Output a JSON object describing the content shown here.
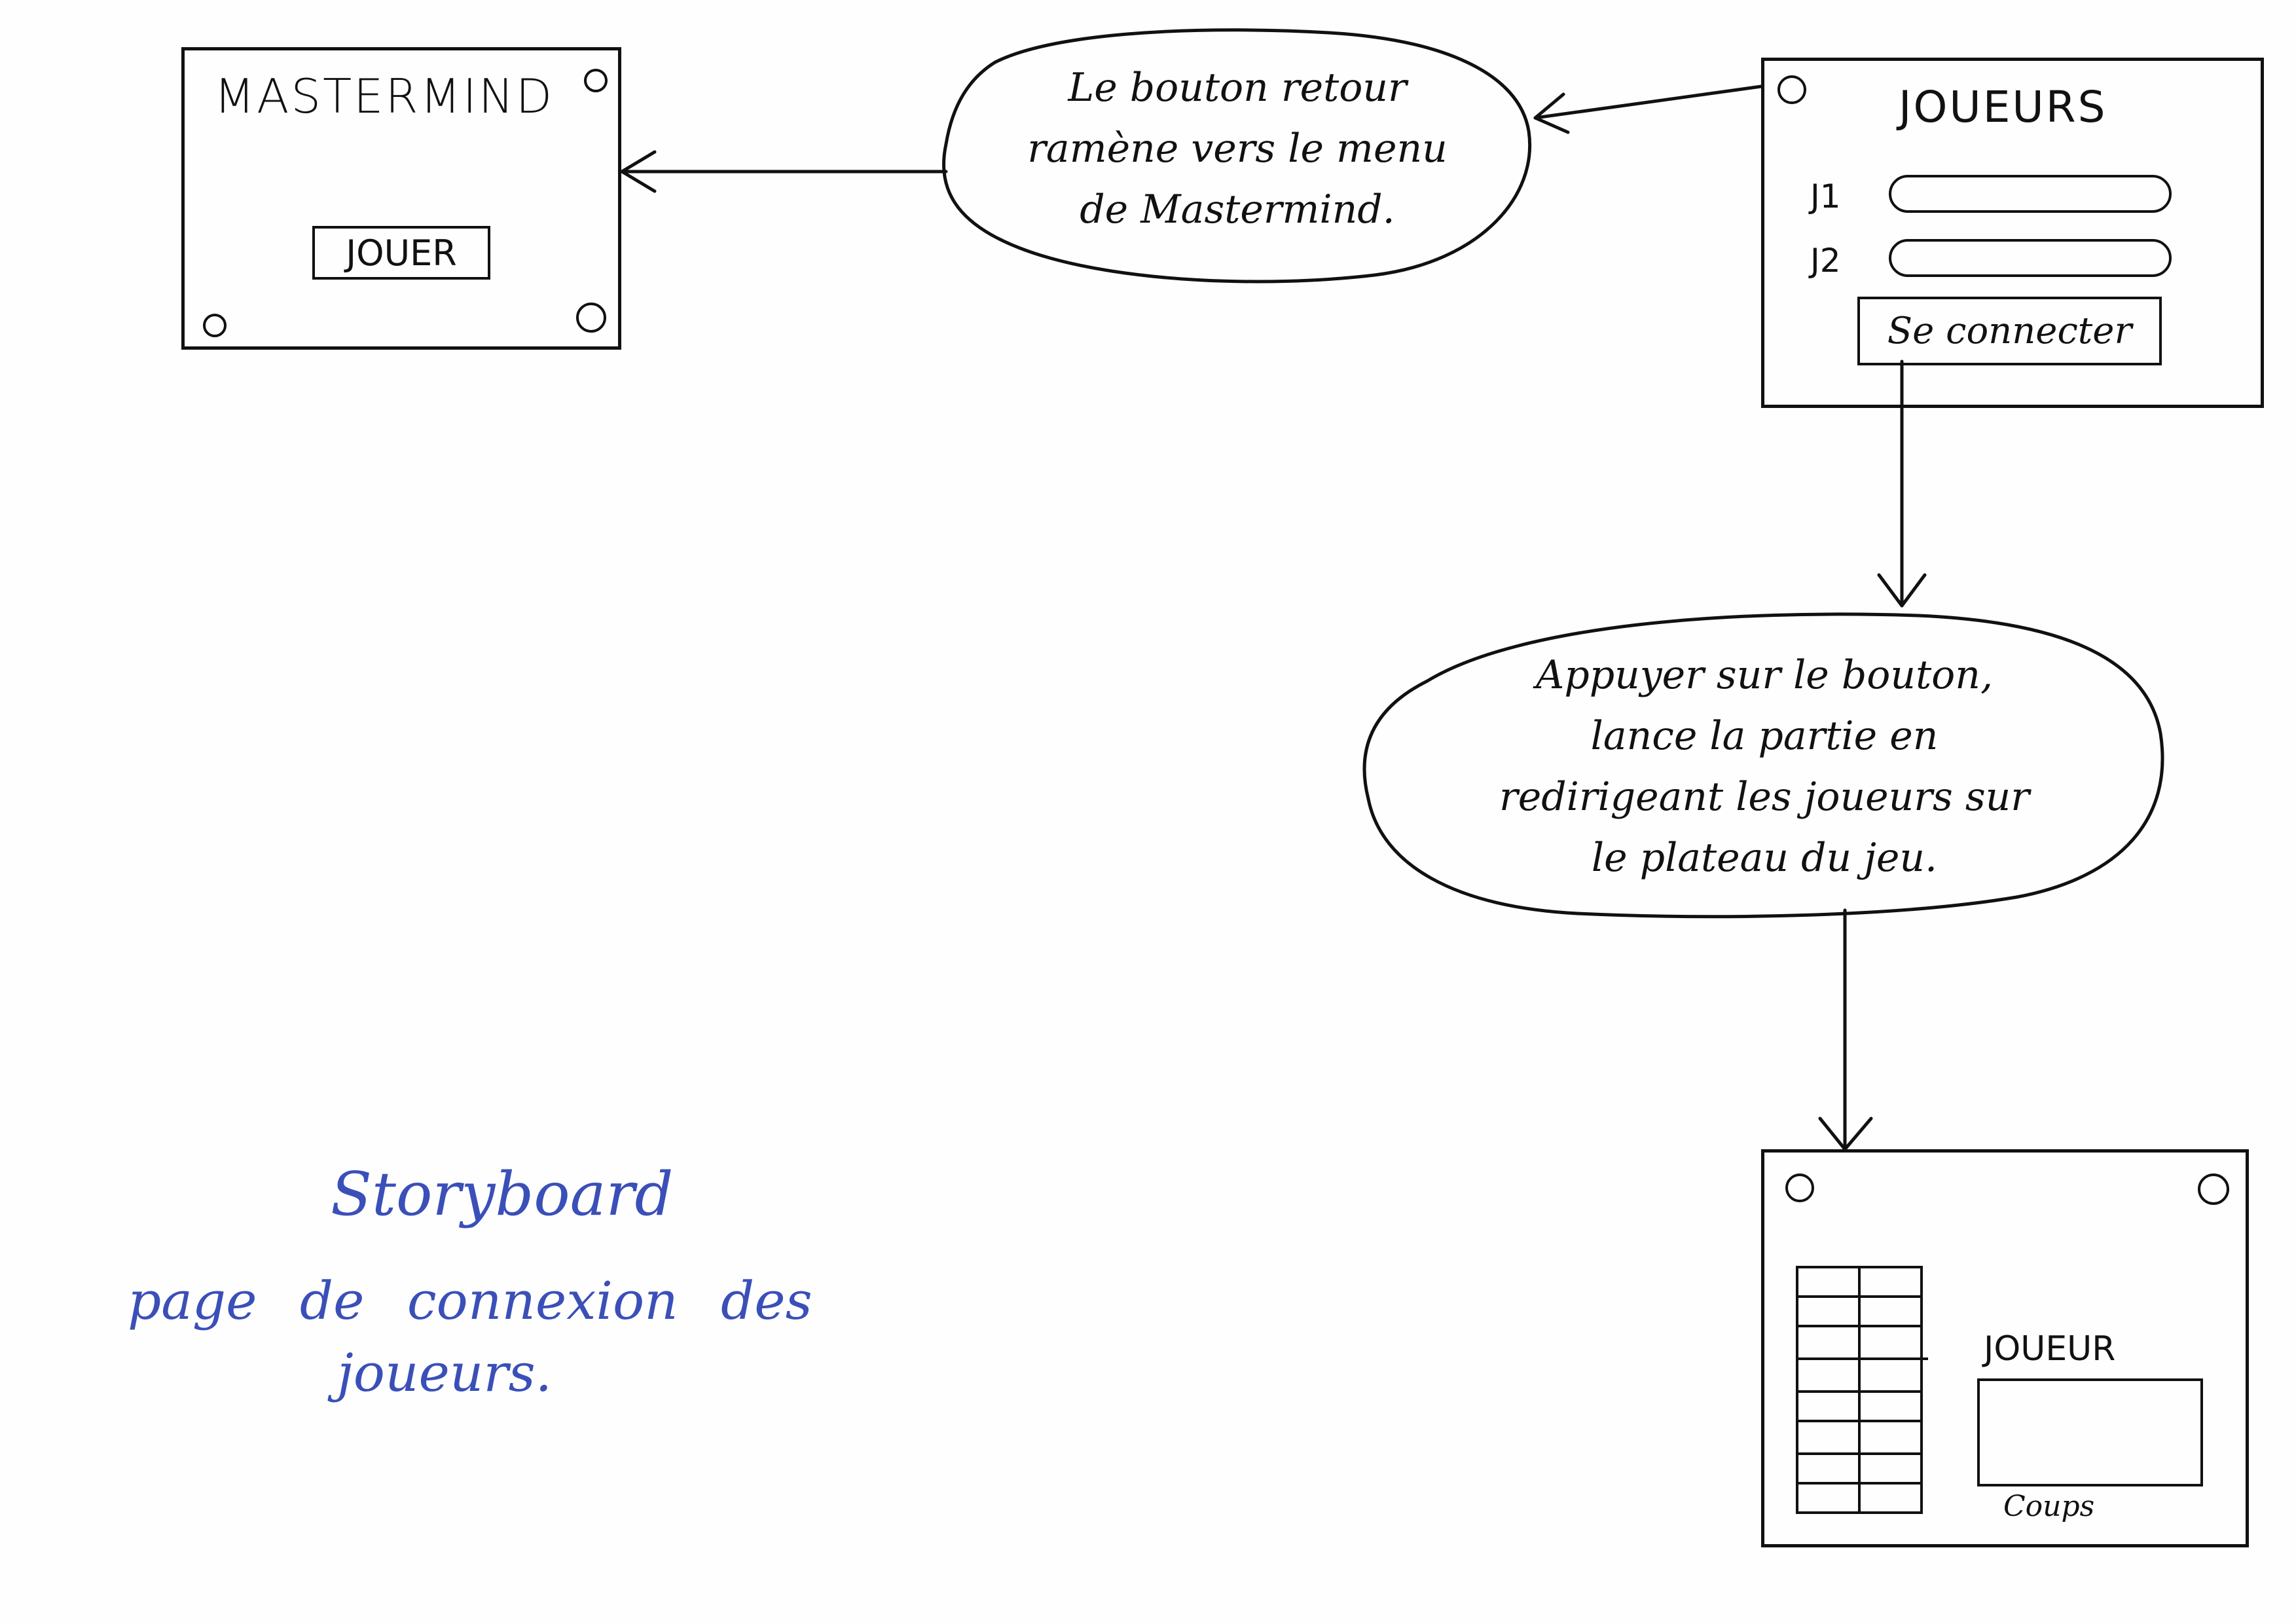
{
  "menu_screen": {
    "title": "MASTERMIND",
    "play_button": "JOUER"
  },
  "players_screen": {
    "title": "JOUEURS",
    "player1_label": "J1",
    "player2_label": "J2",
    "connect_button": "Se connecter"
  },
  "back_note": [
    "Le bouton retour",
    "ramène vers le menu",
    "de Mastermind."
  ],
  "connect_note": [
    "Appuyer sur le bouton,",
    "lance la partie en",
    "redirigeant les joueurs sur",
    "le plateau du jeu."
  ],
  "board_screen": {
    "player_label": "JOUEUR",
    "moves_label": "Coups"
  },
  "caption": {
    "title": "Storyboard",
    "line1": "page de connexion des",
    "line2": "joueurs."
  },
  "colors": {
    "ink": "#111111",
    "caption_blue": "#3a4fb8"
  }
}
